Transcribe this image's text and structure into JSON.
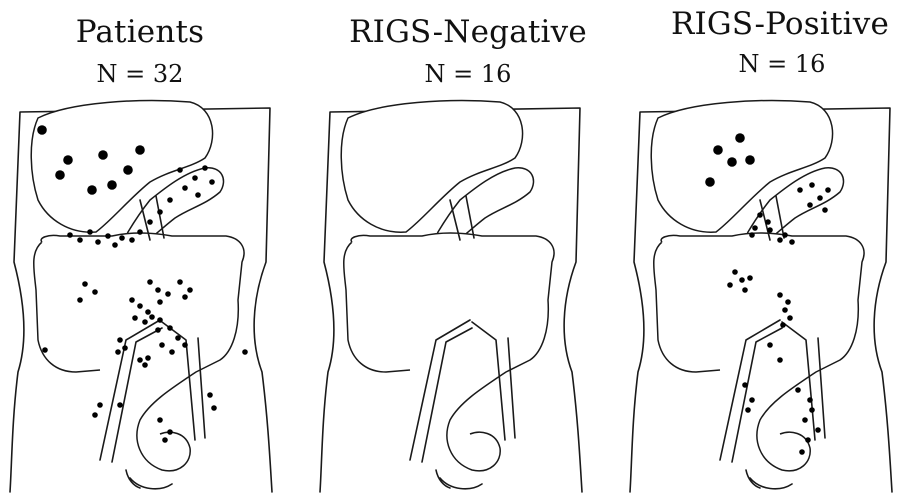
{
  "panels": [
    {
      "title": "Patients",
      "count": "N = 32",
      "big_dots": [
        [
          42,
          130
        ],
        [
          68,
          160
        ],
        [
          103,
          155
        ],
        [
          128,
          170
        ],
        [
          140,
          150
        ],
        [
          60,
          175
        ],
        [
          92,
          190
        ],
        [
          112,
          185
        ]
      ],
      "small_dots": [
        [
          180,
          170
        ],
        [
          195,
          178
        ],
        [
          205,
          168
        ],
        [
          212,
          182
        ],
        [
          185,
          188
        ],
        [
          198,
          195
        ],
        [
          170,
          200
        ],
        [
          160,
          212
        ],
        [
          150,
          222
        ],
        [
          140,
          232
        ],
        [
          132,
          240
        ],
        [
          70,
          235
        ],
        [
          80,
          240
        ],
        [
          90,
          232
        ],
        [
          98,
          242
        ],
        [
          108,
          236
        ],
        [
          115,
          245
        ],
        [
          122,
          238
        ],
        [
          85,
          284
        ],
        [
          95,
          292
        ],
        [
          80,
          300
        ],
        [
          150,
          282
        ],
        [
          158,
          290
        ],
        [
          160,
          302
        ],
        [
          168,
          294
        ],
        [
          180,
          282
        ],
        [
          185,
          297
        ],
        [
          190,
          290
        ],
        [
          132,
          300
        ],
        [
          140,
          306
        ],
        [
          148,
          312
        ],
        [
          135,
          318
        ],
        [
          145,
          322
        ],
        [
          152,
          317
        ],
        [
          160,
          320
        ],
        [
          158,
          330
        ],
        [
          170,
          328
        ],
        [
          178,
          338
        ],
        [
          185,
          345
        ],
        [
          172,
          352
        ],
        [
          162,
          345
        ],
        [
          120,
          340
        ],
        [
          118,
          352
        ],
        [
          125,
          348
        ],
        [
          140,
          360
        ],
        [
          145,
          365
        ],
        [
          148,
          358
        ],
        [
          45,
          350
        ],
        [
          245,
          352
        ],
        [
          100,
          405
        ],
        [
          95,
          415
        ],
        [
          120,
          405
        ],
        [
          160,
          420
        ],
        [
          170,
          432
        ],
        [
          165,
          440
        ],
        [
          210,
          395
        ],
        [
          214,
          408
        ]
      ]
    },
    {
      "title": "RIGS-Negative",
      "count": "N = 16",
      "big_dots": [],
      "small_dots": []
    },
    {
      "title": "RIGS-Positive",
      "count": "N = 16",
      "big_dots": [
        [
          98,
          150
        ],
        [
          120,
          138
        ],
        [
          112,
          162
        ],
        [
          90,
          182
        ],
        [
          130,
          160
        ]
      ],
      "small_dots": [
        [
          180,
          190
        ],
        [
          192,
          185
        ],
        [
          200,
          198
        ],
        [
          208,
          190
        ],
        [
          190,
          205
        ],
        [
          205,
          210
        ],
        [
          140,
          215
        ],
        [
          148,
          222
        ],
        [
          135,
          228
        ],
        [
          150,
          230
        ],
        [
          132,
          235
        ],
        [
          165,
          235
        ],
        [
          172,
          242
        ],
        [
          160,
          240
        ],
        [
          115,
          272
        ],
        [
          122,
          280
        ],
        [
          110,
          285
        ],
        [
          125,
          290
        ],
        [
          130,
          278
        ],
        [
          160,
          295
        ],
        [
          168,
          302
        ],
        [
          165,
          310
        ],
        [
          170,
          318
        ],
        [
          163,
          325
        ],
        [
          150,
          345
        ],
        [
          160,
          360
        ],
        [
          125,
          385
        ],
        [
          132,
          400
        ],
        [
          128,
          410
        ],
        [
          178,
          390
        ],
        [
          190,
          400
        ],
        [
          192,
          410
        ],
        [
          185,
          420
        ],
        [
          198,
          430
        ],
        [
          188,
          440
        ],
        [
          182,
          452
        ]
      ]
    }
  ]
}
